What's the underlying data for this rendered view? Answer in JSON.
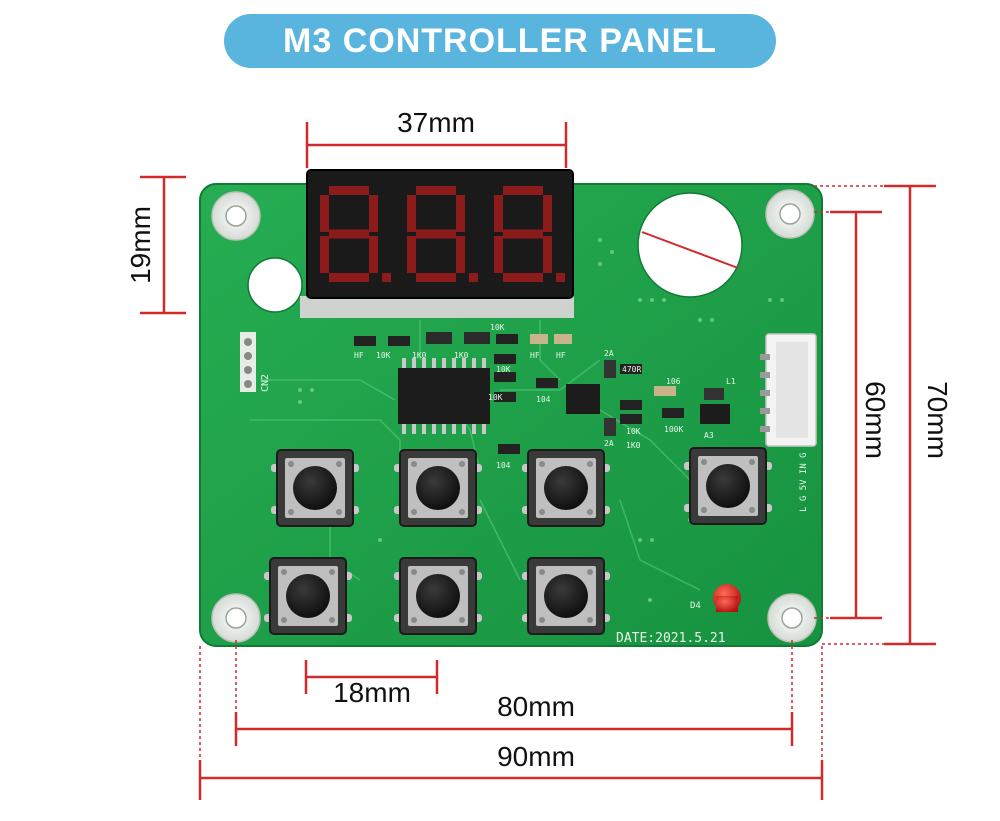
{
  "title": "M3 CONTROLLER PANEL",
  "dimensions": {
    "display_width": "37mm",
    "display_height": "19mm",
    "button_pitch": "18mm",
    "hole_spacing_h": "80mm",
    "board_width": "90mm",
    "hole_spacing_v": "60mm",
    "board_height": "70mm"
  },
  "silkscreen": {
    "date": "DATE:2021.5.21",
    "connector_label": "CN2",
    "pin_labels": "L G 5V IN G",
    "led_label": "D4",
    "r_10k": "10K",
    "r_1k0": "1K0",
    "r_104": "104",
    "r_470r": "470R",
    "r_106": "106",
    "r_100k": "100K",
    "c_2a": "2A",
    "l1": "L1",
    "a3": "A3",
    "hf": "HF"
  },
  "colors": {
    "accent": "#5ab5de",
    "pcb": "#1fa34a",
    "dimension_line": "#d12a2a",
    "display_segment": "#8c1c1c"
  },
  "display": {
    "digits": 3
  },
  "buttons": {
    "count": 7
  }
}
